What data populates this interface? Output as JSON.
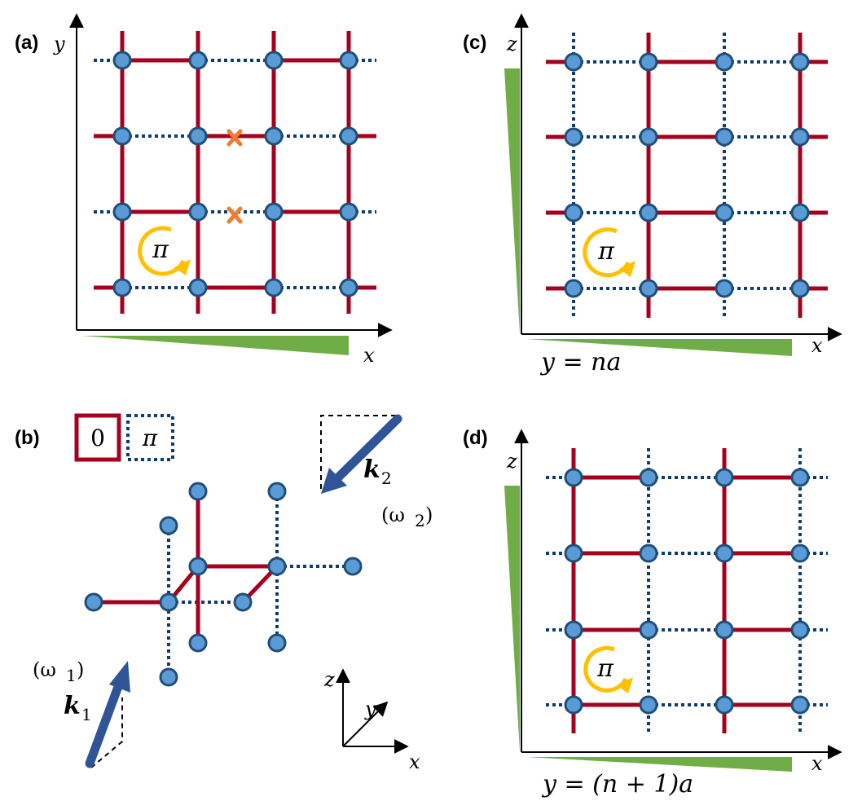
{
  "panels": {
    "a": {
      "label": "(a)",
      "axis_x": "x",
      "axis_y": "y",
      "flux": "π"
    },
    "b": {
      "label": "(b)",
      "legend_zero": "0",
      "legend_pi": "π",
      "k1": "k",
      "k1_sub": "1",
      "k2": "k",
      "k2_sub": "2",
      "omega1": "(ω",
      "omega1_sub": "1",
      "omega1_close": ")",
      "omega2": "(ω",
      "omega2_sub": "2",
      "omega2_close": ")",
      "axis_x": "x",
      "axis_y": "y",
      "axis_z": "z"
    },
    "c": {
      "label": "(c)",
      "axis_x": "x",
      "axis_z": "z",
      "flux": "π",
      "caption": "y = na"
    },
    "d": {
      "label": "(d)",
      "axis_x": "x",
      "axis_z": "z",
      "flux": "π",
      "caption": "y = (n + 1)a"
    }
  },
  "colors": {
    "solid_bond": "#a5001e",
    "dashed_bond": "#0f3c6e",
    "site_fill": "#5b9bd5",
    "site_stroke": "#1f4e79",
    "gradient": "#70ad47",
    "flux_arrow": "#ffc000",
    "cross": "#ed7d31",
    "wave_arrow": "#2f5597"
  }
}
